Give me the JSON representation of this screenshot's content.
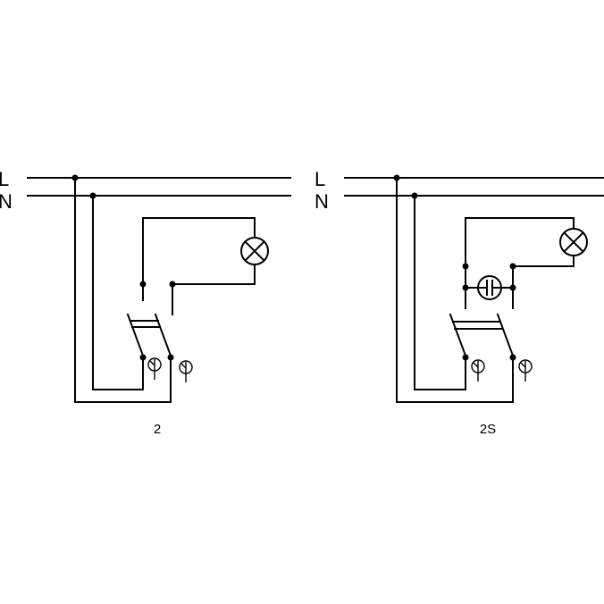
{
  "diagrams": [
    {
      "caption": "2",
      "line_label": "L",
      "neutral_label": "N"
    },
    {
      "caption": "2S",
      "line_label": "L",
      "neutral_label": "N"
    }
  ],
  "colors": {
    "ink": "#000000",
    "background": "#ffffff"
  },
  "icons": [
    "lamp-icon",
    "pushbutton-icon",
    "capacitor-icon",
    "junction-dot"
  ]
}
